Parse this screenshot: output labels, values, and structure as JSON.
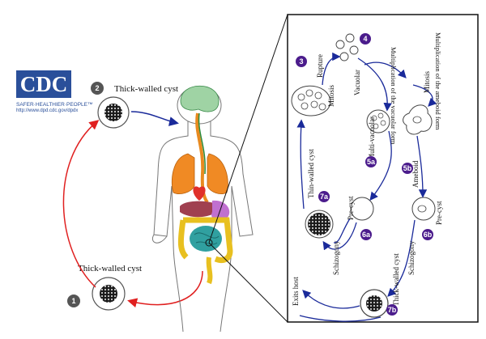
{
  "logo": {
    "text": "CDC",
    "tagline": "SAFER·HEALTHIER·PEOPLE™",
    "url": "http://www.dpd.cdc.gov/dpdx"
  },
  "left_cycle": {
    "top_cyst_label": "Thick-walled cyst",
    "bottom_cyst_label": "Thick-walled cyst",
    "step_top": "2",
    "step_bottom": "1"
  },
  "detail": {
    "rupture": "Rupture",
    "mitosis_left": "Mitosis",
    "vacuolar": "Vacuolar",
    "mult_vacuolar": "Multiplication of the vacuolar form",
    "mitosis_right": "Mitosis",
    "mult_ameboid": "Multiplication of the ameboid form",
    "thin_walled_cyst": "Thin-walled cyst",
    "multi_vacuolar": "Multi-vacuolar",
    "ameboid": "Ameboid",
    "pre_cyst_left": "Pre-cyst",
    "pre_cyst_right": "Pre-cyst",
    "schizogony_left": "Schizogony",
    "schizogony_right": "Schizogony",
    "thick_walled_cyst": "Thick-walled cyst",
    "exits_host": "Exits host",
    "badges": {
      "b3": "3",
      "b4": "4",
      "b5a": "5a",
      "b5b": "5b",
      "b6a": "6a",
      "b6b": "6b",
      "b7a": "7a",
      "b7b": "7b"
    }
  },
  "colors": {
    "arrow_blue": "#1a2a9a",
    "arrow_red": "#e02020",
    "badge_purple": "#4b1c8c",
    "logo_blue": "#2a4f9a",
    "badge_gray": "#555555"
  }
}
